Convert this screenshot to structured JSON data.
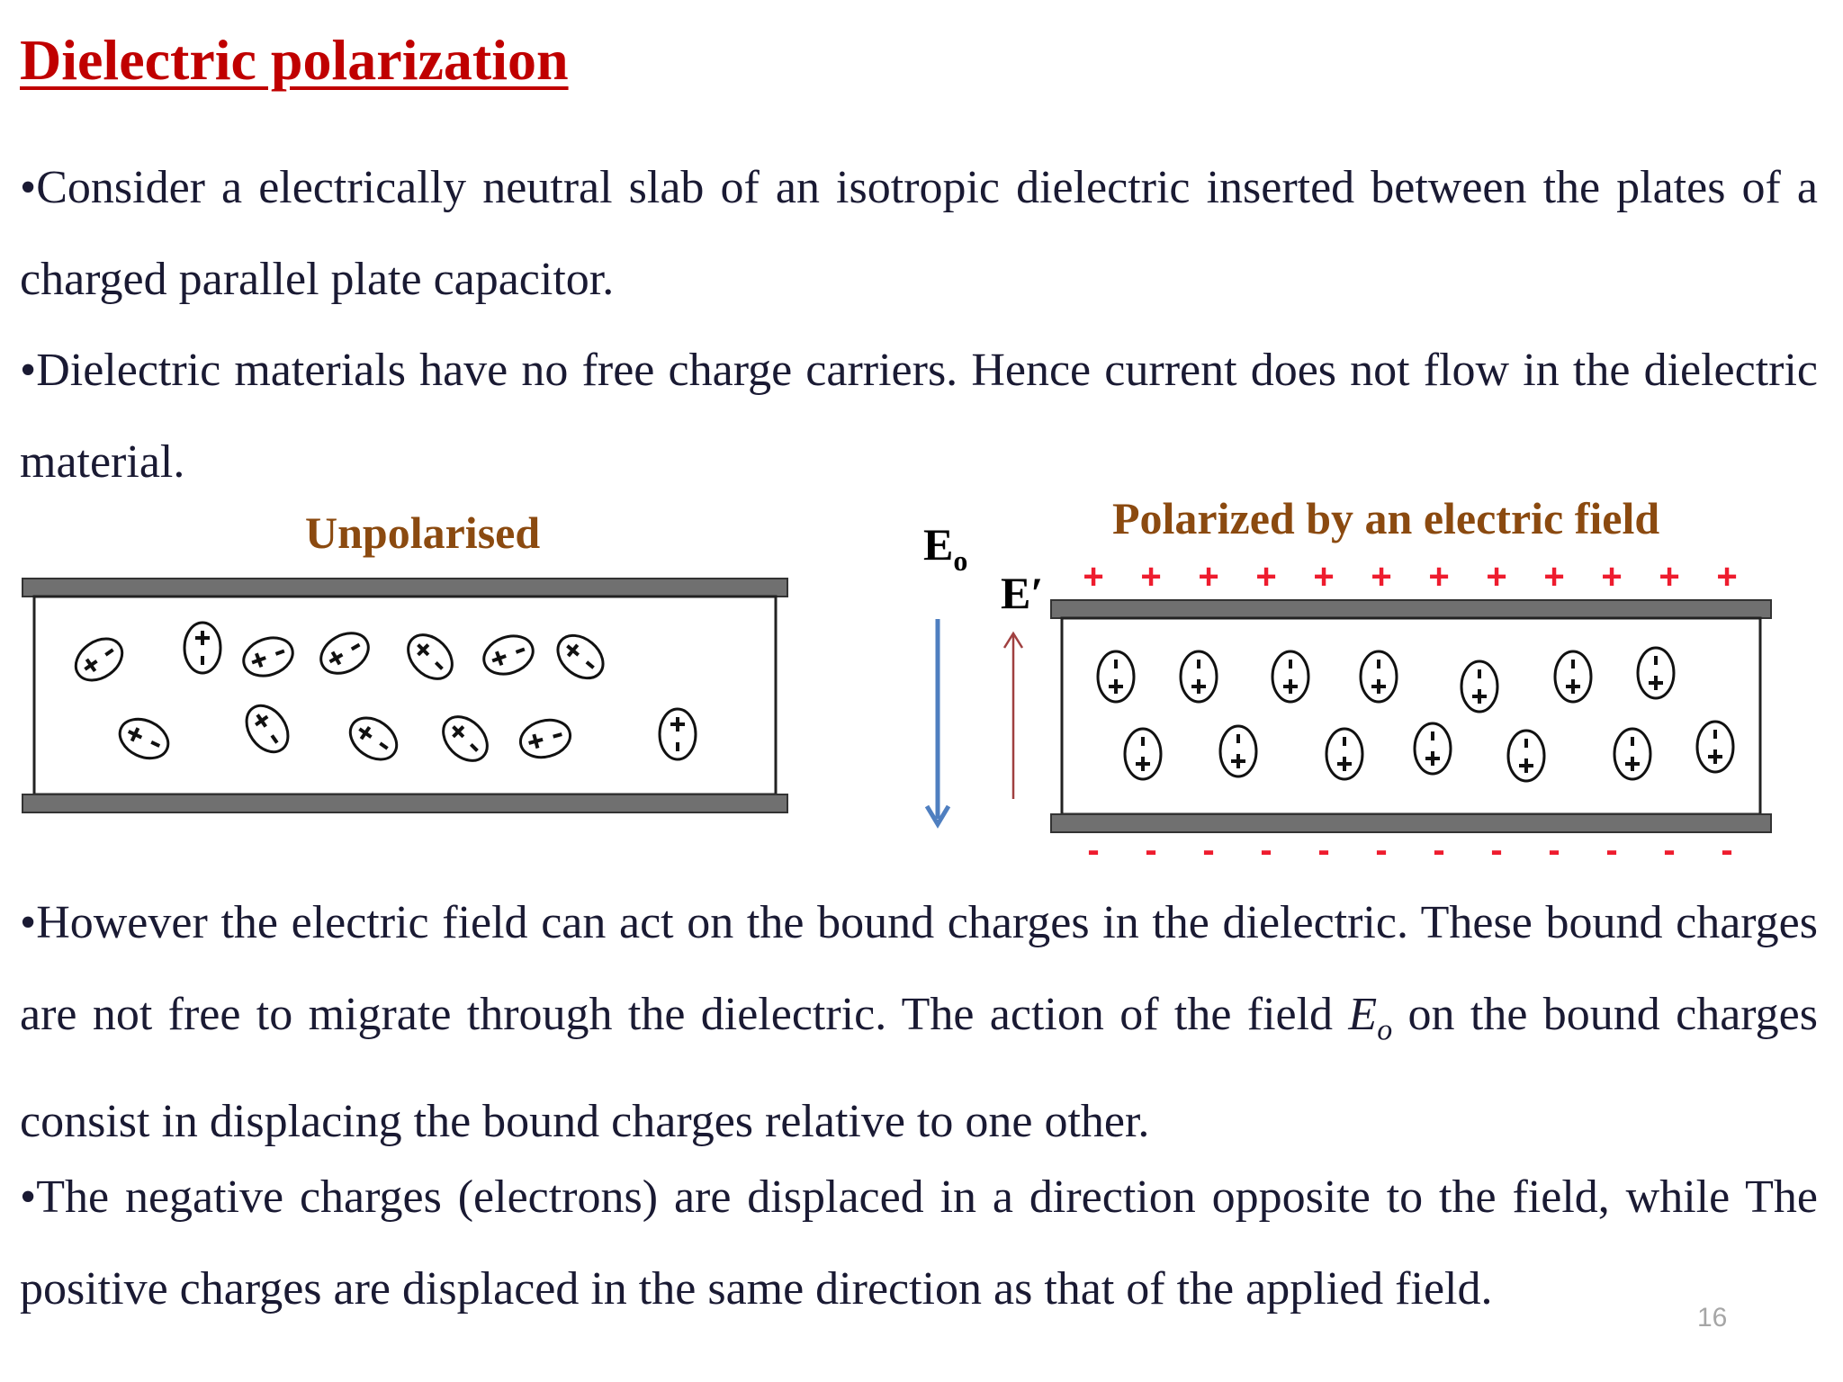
{
  "title": "Dielectric polarization",
  "paragraphs": {
    "p1": "•Consider a electrically neutral slab of an isotropic dielectric inserted between the plates of a charged parallel plate capacitor.",
    "p2": "•Dielectric materials have no free charge carriers. Hence current does not flow in the dielectric material.",
    "p3_before": "•However the electric field can act on the bound charges in the dielectric. These bound charges are not free to migrate through the dielectric. The action of the field ",
    "p3_symbol": "E",
    "p3_symbol_sub": "o",
    "p3_after": " on the bound charges consist in displacing the bound charges relative to one other.",
    "p4": "•The negative charges (electrons) are displaced in a direction opposite to the field, while The positive charges are displaced  in the same direction as that of the applied field."
  },
  "figure_left": {
    "caption": "Unpolarised"
  },
  "figure_right": {
    "caption": "Polarized by an electric field",
    "label_applied_field": "E",
    "label_applied_field_sub": "o",
    "label_induced_field": "E′",
    "plus_sign": "+",
    "minus_sign": "-"
  },
  "colors": {
    "title": "#c00000",
    "caption": "#8b4a10",
    "body_text": "#1a1a33",
    "plate": "#707070",
    "charge_red": "#ee1c2e",
    "applied_field_arrow": "#4f7fc0",
    "induced_field_arrow": "#a04040"
  },
  "page_number": "16"
}
